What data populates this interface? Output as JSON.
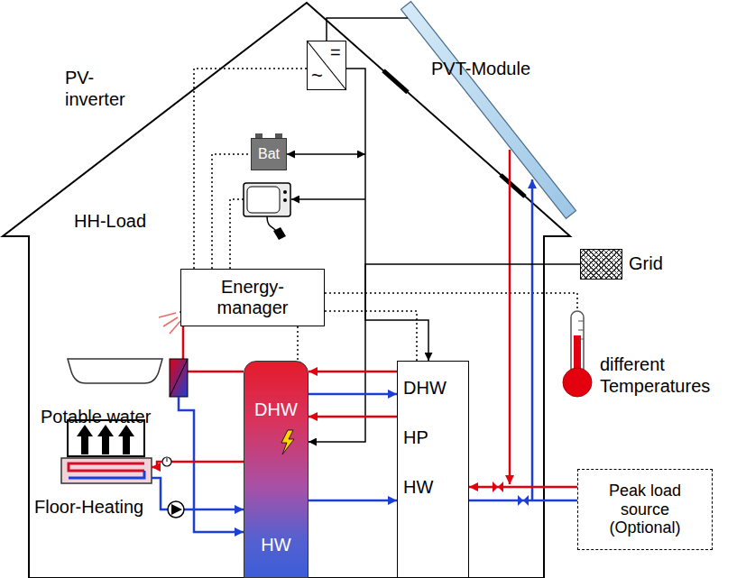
{
  "diagram": {
    "nodes": [
      {
        "text": [
          "=",
          "~"
        ]
      },
      {
        "text": [
          "Bat"
        ]
      },
      {
        "text": [
          "Energy- manager"
        ]
      },
      {
        "text": [
          "Grid"
        ]
      },
      {
        "text": [
          "DHW",
          "HW"
        ]
      },
      {
        "text": [
          "DHW",
          "HP",
          "HW"
        ]
      },
      {
        "text": [
          "Peak load source (Optional)"
        ]
      }
    ],
    "edges": [
      {
        "from": 0,
        "to": 4,
        "arrow": "to"
      },
      {
        "from": 3,
        "to": 5,
        "arrow": "to"
      },
      {
        "from": 2,
        "to": 0,
        "arrow": "none"
      },
      {
        "from": 2,
        "to": 1,
        "arrow": "none"
      },
      {
        "from": 2,
        "to": 5,
        "arrow": "none"
      },
      {
        "from": 2,
        "to": 4,
        "arrow": "none"
      },
      {
        "from": 5,
        "to": 4,
        "arrow": "to"
      },
      {
        "from": 4,
        "to": 5,
        "arrow": "to"
      },
      {
        "from": 5,
        "to": 4,
        "arrow": "to"
      },
      {
        "from": 4,
        "to": 5,
        "arrow": "to"
      },
      {
        "from": 6,
        "to": 5,
        "arrow": "to"
      },
      {
        "from": 5,
        "to": 6,
        "arrow": "none"
      }
    ],
    "labels": [
      "PV- inverter",
      "PVT-Module",
      "HH-Load",
      "different Temperatures",
      "Potable water",
      "Floor-Heating"
    ]
  }
}
